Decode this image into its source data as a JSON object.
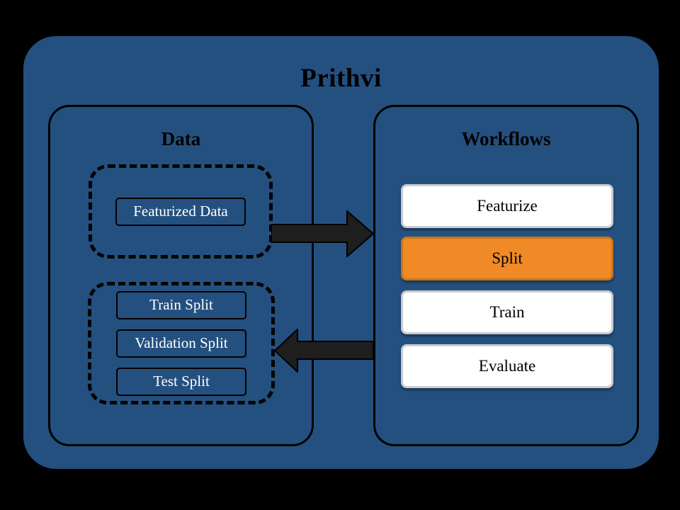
{
  "title": "Prithvi",
  "colors": {
    "background": "#000000",
    "container_blue": "#24507F",
    "accent_orange": "#F08A26",
    "accent_orange_border": "#C8761C",
    "arrow_fill": "#1E1E1E",
    "node_text": "#FFFFFF",
    "heading_text": "#000000",
    "button_border_gray": "#C9CCD0"
  },
  "data_panel": {
    "title": "Data",
    "featurized_group": {
      "nodes": [
        {
          "label": "Featurized Data"
        }
      ]
    },
    "splits_group": {
      "nodes": [
        {
          "label": "Train Split"
        },
        {
          "label": "Validation Split"
        },
        {
          "label": "Test Split"
        }
      ]
    }
  },
  "workflows_panel": {
    "title": "Workflows",
    "buttons": [
      {
        "label": "Featurize",
        "active": false
      },
      {
        "label": "Split",
        "active": true
      },
      {
        "label": "Train",
        "active": false
      },
      {
        "label": "Evaluate",
        "active": false
      }
    ]
  },
  "arrows": [
    {
      "name": "data-to-workflows",
      "direction": "right"
    },
    {
      "name": "workflows-to-data",
      "direction": "left"
    }
  ]
}
